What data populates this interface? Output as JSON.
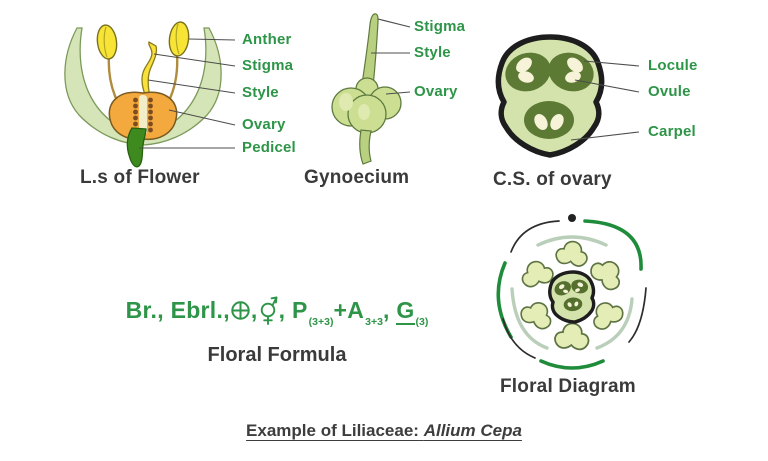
{
  "figure_title_context": "Botanical figure of Liliaceae flower structures",
  "colors": {
    "label_green": "#2e9548",
    "title_dark": "#3a3a3a",
    "petal_green": "#d5e5b7",
    "anther_yellow": "#f7e435",
    "ovary_orange": "#f3a93d",
    "ovule_brown": "#7c4b22",
    "pedicel_green": "#3e8a1f",
    "gynoecium_green": "#ccde92",
    "cs_fill_green": "#d4e3ac",
    "cs_locule_green": "#5c7a34",
    "cs_ovule_cream": "#f6f3d8",
    "diagram_arc_green": "#1f8c3b",
    "diagram_arc_black": "#2d2d2d",
    "diagram_arc_pale": "#b9cfba",
    "leader_line": "#4d4d4d"
  },
  "panels": {
    "ls_flower": {
      "title": "L.s of Flower",
      "labels": {
        "anther": "Anther",
        "stigma": "Stigma",
        "style": "Style",
        "ovary": "Ovary",
        "pedicel": "Pedicel"
      }
    },
    "gynoecium": {
      "title": "Gynoecium",
      "labels": {
        "stigma": "Stigma",
        "style": "Style",
        "ovary": "Ovary"
      }
    },
    "cs_ovary": {
      "title": "C.S. of ovary",
      "labels": {
        "locule": "Locule",
        "ovule": "Ovule",
        "carpel": "Carpel"
      }
    },
    "floral_formula": {
      "text_before_symbols": "Br., Ebrl.,",
      "actinomorphic_symbol": "⊕",
      "comma_after_actinomorphic": ",",
      "bisexual_symbol": "⚥",
      "comma_after_bisexual": ",",
      "perianth_letter": "P",
      "perianth_subscript": "(3+3)",
      "plus_sign": "+",
      "androecium_letter": "A",
      "androecium_subscript": "3+3",
      "comma_after_androecium": ",",
      "gynoecium_letter": "G",
      "gynoecium_subscript": "(3)",
      "caption": "Floral Formula"
    },
    "floral_diagram": {
      "title": "Floral Diagram"
    }
  },
  "footer": {
    "caption_prefix": "Example of Liliaceae: ",
    "caption_species": "Allium Cepa"
  }
}
